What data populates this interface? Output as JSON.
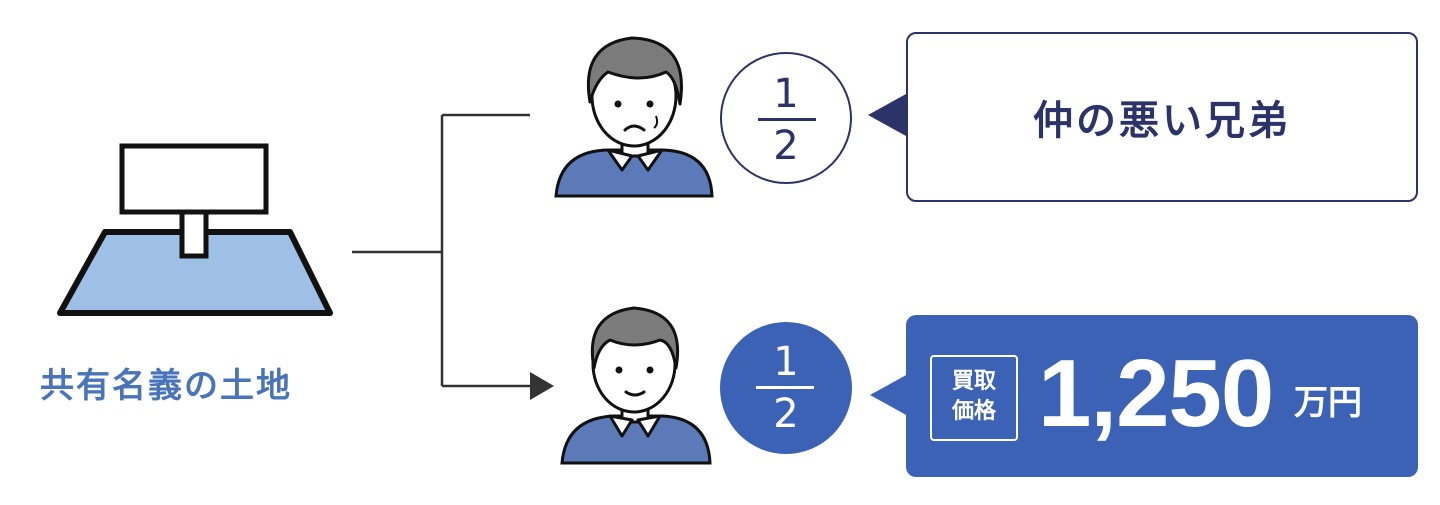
{
  "land": {
    "label": "共有名義の土地"
  },
  "owners": [
    {
      "share_numerator": "1",
      "share_denominator": "2",
      "note": "仲の悪い兄弟",
      "share": 0.5
    },
    {
      "share_numerator": "1",
      "share_denominator": "2",
      "price_badge": [
        "買取",
        "価格"
      ],
      "price_amount": "1,250",
      "price_unit": "万円",
      "share": 0.5
    }
  ],
  "colors": {
    "navy": "#2b3368",
    "blue": "#3b62b5",
    "land_blue": "#9fc0e6",
    "label_blue": "#4a74b9",
    "shirt_blue": "#5c79b8",
    "hair_gray": "#7b7b7b"
  }
}
